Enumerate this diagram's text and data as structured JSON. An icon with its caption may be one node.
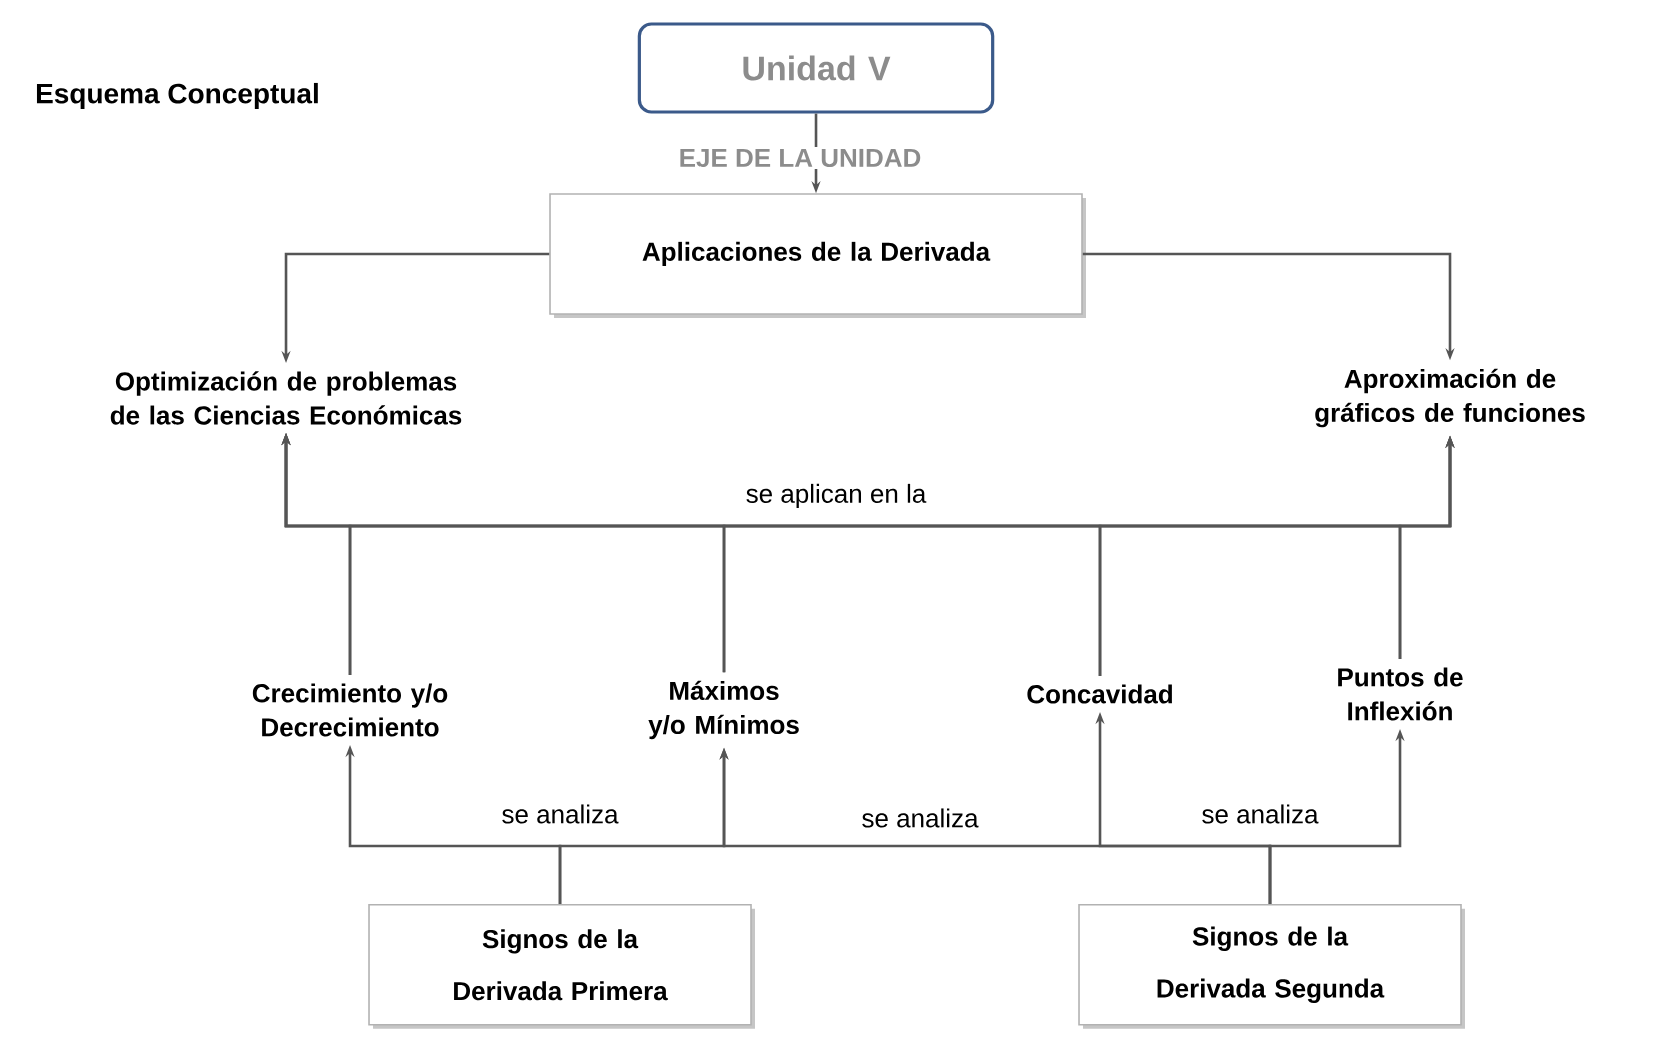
{
  "diagram": {
    "title": "Esquema Conceptual",
    "nodes": [
      {
        "text": [
          "Unidad V"
        ]
      },
      {
        "text": [
          "Aplicaciones de la Derivada"
        ]
      },
      {
        "text": [
          "Optimización de problemas de las Ciencias Económicas"
        ]
      },
      {
        "text": [
          "Aproximación de gráficos de funciones"
        ]
      },
      {
        "text": [
          "Crecimiento y/o Decrecimiento"
        ]
      },
      {
        "text": [
          "Máximos y/o Mínimos"
        ]
      },
      {
        "text": [
          "Concavidad"
        ]
      },
      {
        "text": [
          "Puntos de Inflexión"
        ]
      },
      {
        "text": [
          "Signos de la Derivada Primera"
        ]
      },
      {
        "text": [
          "Signos de la Derivada Segunda"
        ]
      }
    ],
    "edges": [
      {
        "from": 0,
        "to": 1,
        "arrow": "to",
        "label": "EJE DE LA UNIDAD"
      },
      {
        "from": 1,
        "to": 2,
        "arrow": "to"
      },
      {
        "from": 1,
        "to": 3,
        "arrow": "to"
      },
      {
        "from": 4,
        "to": 2,
        "arrow": "to"
      },
      {
        "from": 5,
        "to": 2,
        "arrow": "to"
      },
      {
        "from": 6,
        "to": 2,
        "arrow": "to"
      },
      {
        "from": 7,
        "to": 2,
        "arrow": "to"
      },
      {
        "from": 4,
        "to": 3,
        "arrow": "to"
      },
      {
        "from": 5,
        "to": 3,
        "arrow": "to",
        "label": "se aplican en la"
      },
      {
        "from": 6,
        "to": 3,
        "arrow": "to"
      },
      {
        "from": 7,
        "to": 3,
        "arrow": "to"
      },
      {
        "from": 8,
        "to": 4,
        "arrow": "to",
        "label": "se analiza"
      },
      {
        "from": 8,
        "to": 5,
        "arrow": "to"
      },
      {
        "from": 9,
        "to": 5,
        "arrow": "to",
        "label": "se analiza"
      },
      {
        "from": 9,
        "to": 6,
        "arrow": "to"
      },
      {
        "from": 9,
        "to": 7,
        "arrow": "to",
        "label": "se analiza"
      }
    ]
  }
}
